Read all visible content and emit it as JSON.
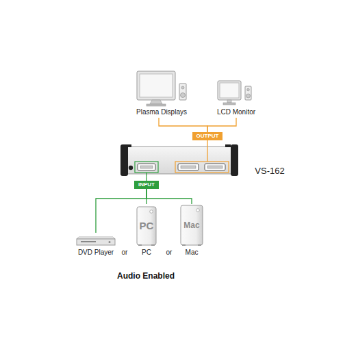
{
  "diagram": {
    "caption": "Audio Enabled",
    "nodes": [
      {
        "text": [
          "Plasma Displays"
        ]
      },
      {
        "text": [
          "LCD Monitor"
        ]
      },
      {
        "text": [
          "OUTPUT"
        ]
      },
      {
        "text": [
          "VS-162"
        ]
      },
      {
        "text": [
          "INPUT"
        ]
      },
      {
        "text": [
          "DVD Player"
        ]
      },
      {
        "text": [
          "PC",
          "PC"
        ]
      },
      {
        "text": [
          "Mac",
          "Mac"
        ]
      }
    ],
    "edges": [
      {
        "from": 2,
        "to": 0,
        "arrow": "none"
      },
      {
        "from": 2,
        "to": 1,
        "arrow": "none"
      },
      {
        "from": 3,
        "to": 2,
        "arrow": "none"
      },
      {
        "from": 3,
        "to": 4,
        "arrow": "none"
      },
      {
        "from": 4,
        "to": 5,
        "arrow": "none"
      },
      {
        "from": 4,
        "to": 6,
        "arrow": "none"
      },
      {
        "from": 4,
        "to": 7,
        "arrow": "none"
      }
    ],
    "labels": [
      "or",
      "or"
    ]
  }
}
